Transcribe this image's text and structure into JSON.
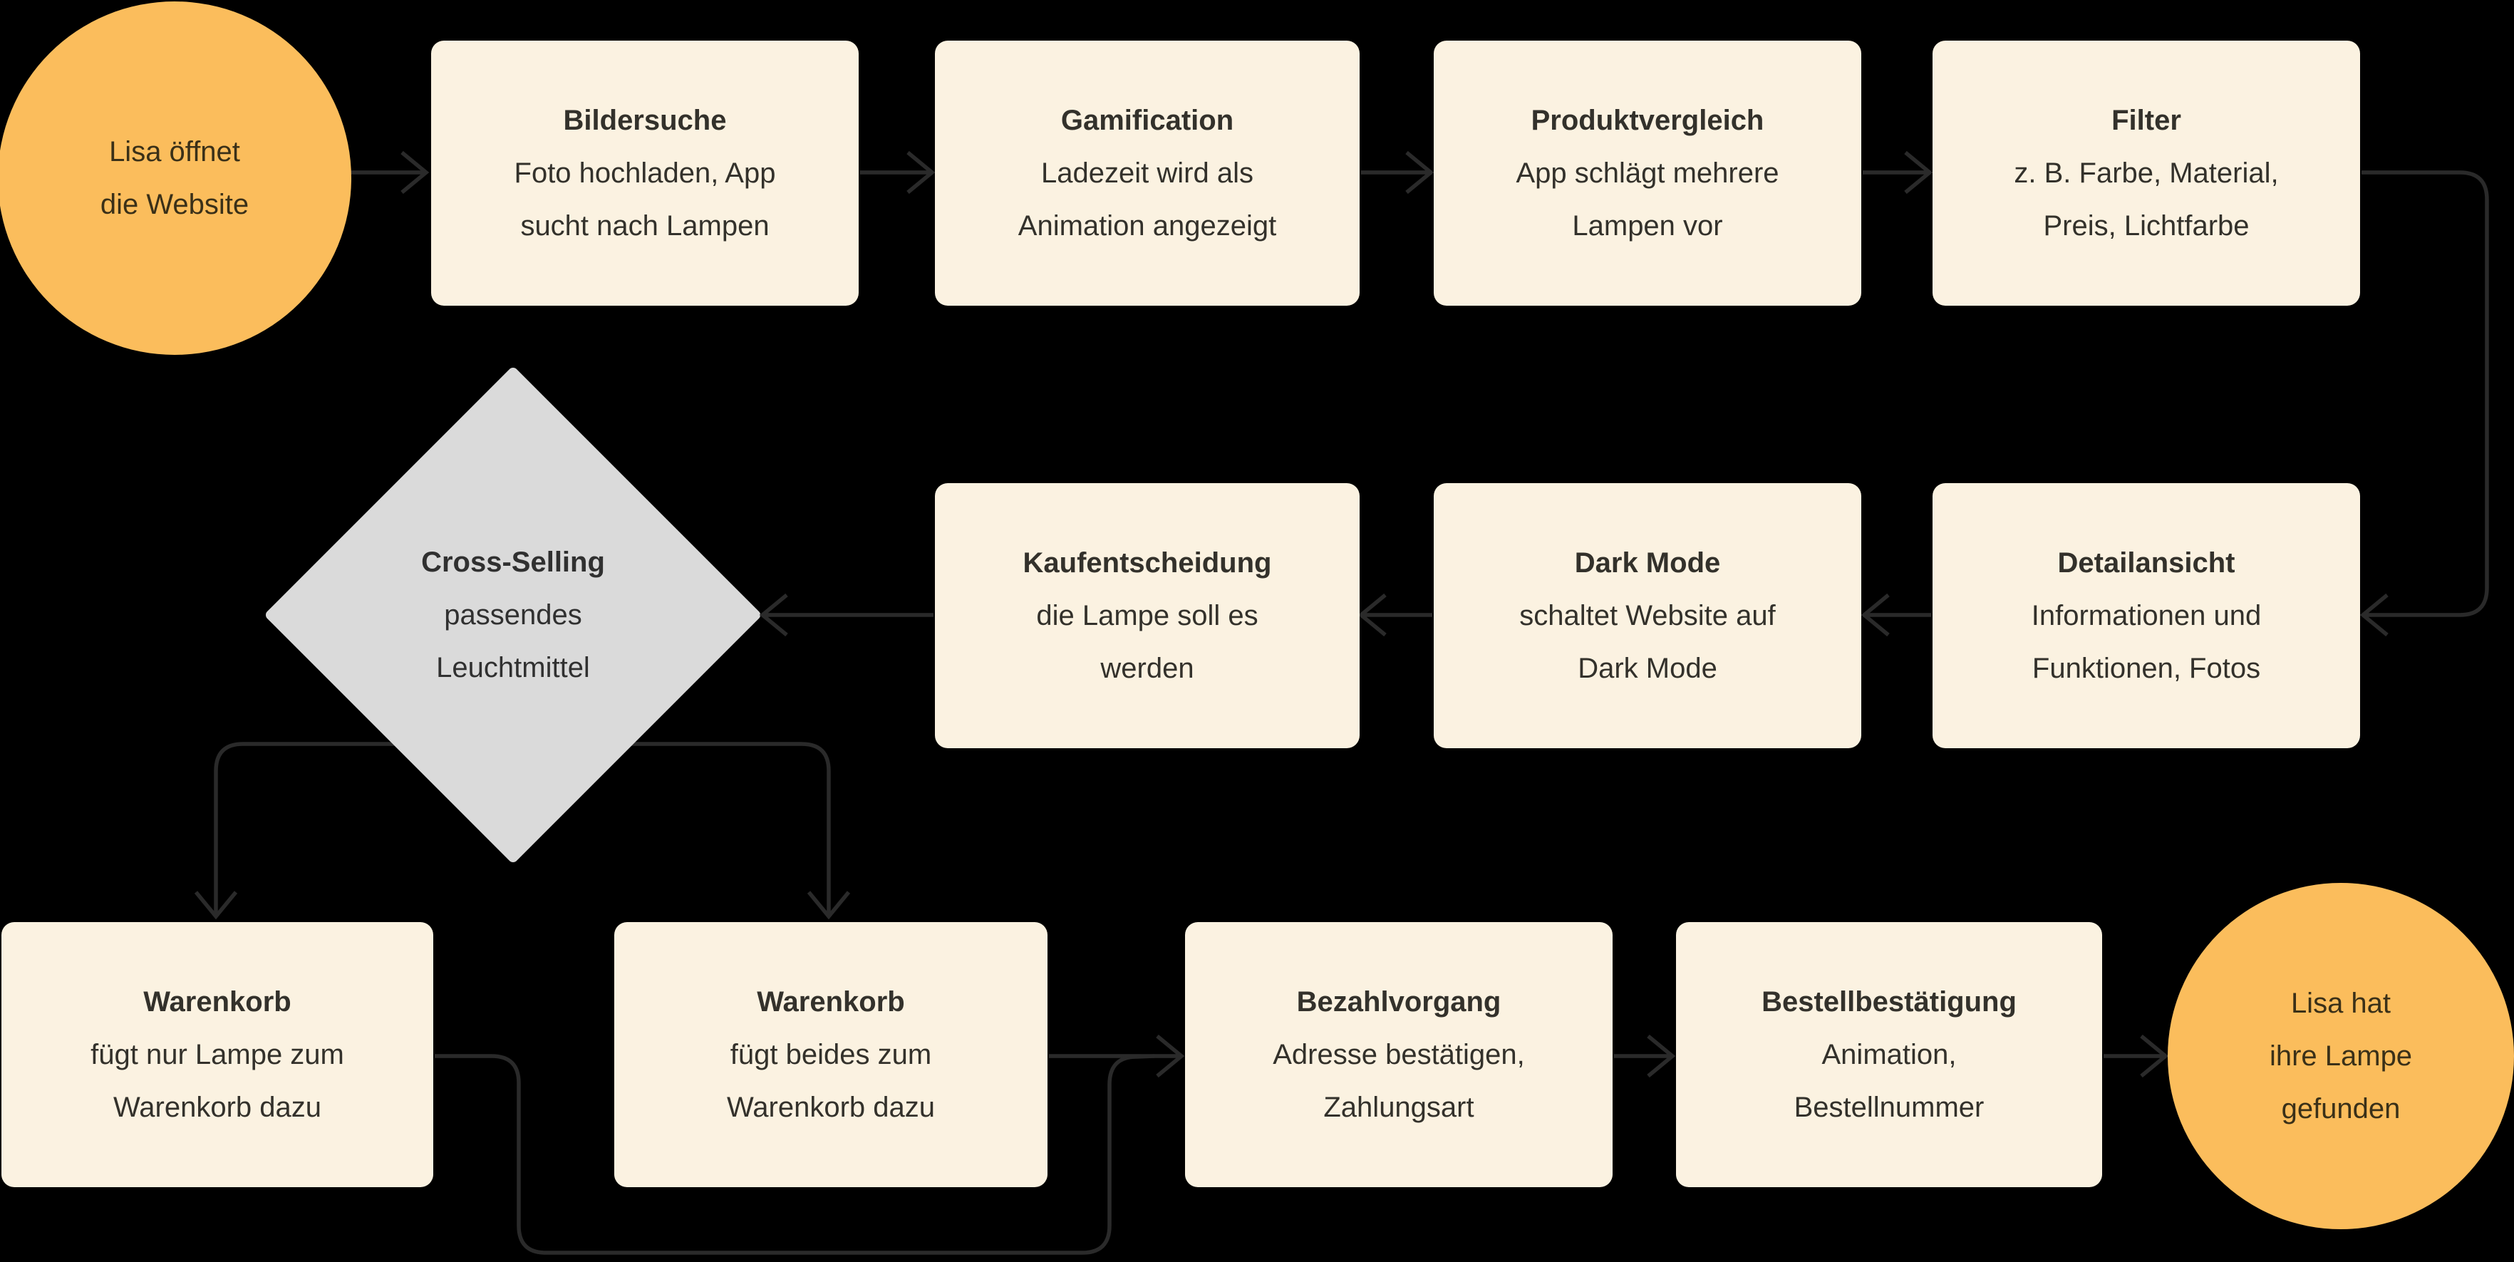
{
  "colors": {
    "background": "#000000",
    "box_fill": "#FBF2E1",
    "circle_fill": "#FBBD5C",
    "diamond_fill": "#DADADA",
    "arrow": "#2A2A2A",
    "box_text": "#33312B",
    "circle_text": "#3A3018",
    "diamond_text": "#303030"
  },
  "nodes": {
    "start_circle": {
      "shape": "circle",
      "lines": [
        "Lisa öffnet",
        "die Website"
      ]
    },
    "bildersuche": {
      "shape": "box",
      "title": "Bildersuche",
      "body": [
        "Foto hochladen, App",
        "sucht nach Lampen"
      ]
    },
    "gamification": {
      "shape": "box",
      "title": "Gamification",
      "body": [
        "Ladezeit wird als",
        "Animation angezeigt"
      ]
    },
    "produktvergleich": {
      "shape": "box",
      "title": "Produktvergleich",
      "body": [
        "App schlägt mehrere",
        "Lampen vor"
      ]
    },
    "filter": {
      "shape": "box",
      "title": "Filter",
      "body": [
        "z. B. Farbe, Material,",
        "Preis, Lichtfarbe"
      ]
    },
    "cross_selling": {
      "shape": "diamond",
      "title": "Cross-Selling",
      "body": [
        "passendes",
        "Leuchtmittel"
      ]
    },
    "kaufentscheidung": {
      "shape": "box",
      "title": "Kaufentscheidung",
      "body": [
        "die Lampe soll es",
        "werden"
      ]
    },
    "dark_mode": {
      "shape": "box",
      "title": "Dark Mode",
      "body": [
        "schaltet Website auf",
        "Dark Mode"
      ]
    },
    "detailansicht": {
      "shape": "box",
      "title": "Detailansicht",
      "body": [
        "Informationen und",
        "Funktionen, Fotos"
      ]
    },
    "warenkorb_lampe": {
      "shape": "box",
      "title": "Warenkorb",
      "body": [
        "fügt nur Lampe zum",
        "Warenkorb dazu"
      ]
    },
    "warenkorb_beides": {
      "shape": "box",
      "title": "Warenkorb",
      "body": [
        "fügt beides zum",
        "Warenkorb dazu"
      ]
    },
    "bezahlvorgang": {
      "shape": "box",
      "title": "Bezahlvorgang",
      "body": [
        "Adresse bestätigen,",
        "Zahlungsart"
      ]
    },
    "bestellbestaetigung": {
      "shape": "box",
      "title": "Bestellbestätigung",
      "body": [
        "Animation,",
        "Bestellnummer"
      ]
    },
    "end_circle": {
      "shape": "circle",
      "lines": [
        "Lisa hat",
        "ihre Lampe",
        "gefunden"
      ]
    }
  }
}
